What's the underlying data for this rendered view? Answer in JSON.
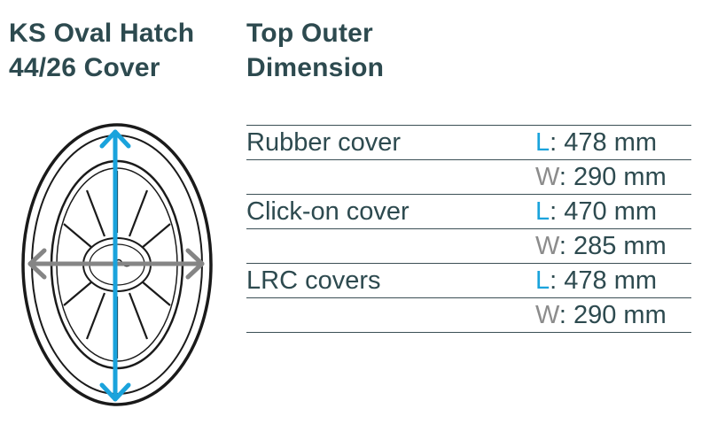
{
  "product_title": [
    "KS Oval Hatch",
    "44/26 Cover"
  ],
  "dimension_title": [
    "Top Outer",
    "Dimension"
  ],
  "colors": {
    "text": "#2d4a4f",
    "length_accent": "#1aa3dc",
    "width_accent": "#8c8c8c",
    "rule": "#3b4f55"
  },
  "diagram": {
    "icons": [
      "oval-hatch-drawing",
      "length-arrow-icon",
      "width-arrow-icon"
    ]
  },
  "rows": [
    {
      "label": "Rubber cover",
      "axis": "L",
      "value": ": 478 mm"
    },
    {
      "label": "",
      "axis": "W",
      "value": ": 290 mm"
    },
    {
      "label": "Click-on cover",
      "axis": "L",
      "value": ": 470 mm"
    },
    {
      "label": "",
      "axis": "W",
      "value": ": 285 mm"
    },
    {
      "label": "LRC covers",
      "axis": "L",
      "value": ": 478 mm"
    },
    {
      "label": "",
      "axis": "W",
      "value": ": 290 mm"
    }
  ]
}
